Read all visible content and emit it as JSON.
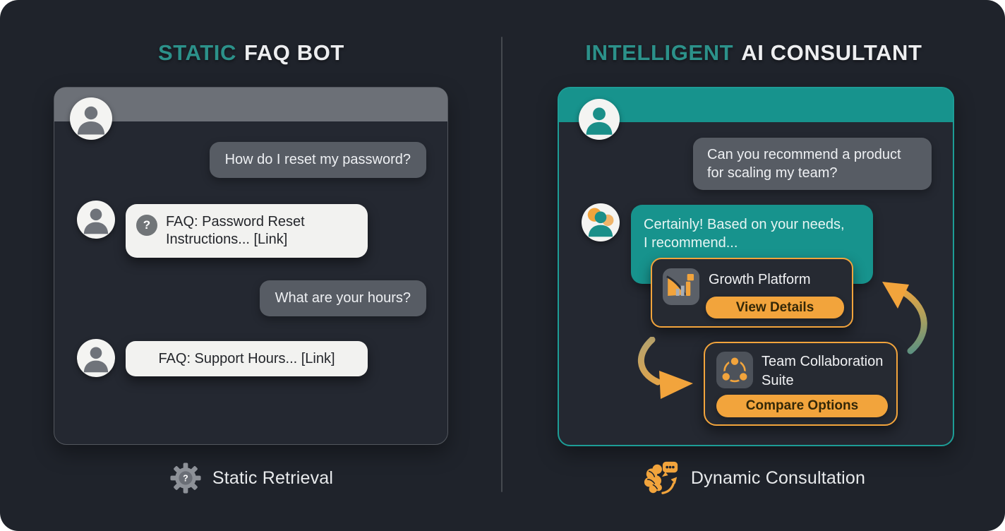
{
  "left": {
    "title_highlight": "STATIC",
    "title_rest": "FAQ BOT",
    "chat": {
      "user_message_1": "How do I reset my password?",
      "bot_message_1": "FAQ: Password Reset Instructions... [Link]",
      "user_message_2": "What are your hours?",
      "bot_message_2": "FAQ: Support Hours... [Link]"
    },
    "footer_label": "Static Retrieval"
  },
  "right": {
    "title_highlight": "INTELLIGENT",
    "title_rest": "AI CONSULTANT",
    "chat": {
      "user_message_line1": "Can you recommend a product",
      "user_message_line2": "for scaling my team?",
      "bot_message_line1": "Certainly! Based on your needs,",
      "bot_message_line2": "I recommend..."
    },
    "cards": [
      {
        "title": "Growth Platform",
        "button_label": "View Details"
      },
      {
        "title": "Team Collaboration Suite",
        "button_label": "Compare Options"
      }
    ],
    "footer_label": "Dynamic Consultation"
  },
  "icons": {
    "question_glyph": "?",
    "left_header_avatar": "person-icon",
    "right_header_avatar": "person-icon",
    "left_bot_avatar": "person-icon",
    "right_bot_avatar": "person-orange-teal-icon",
    "growth_card_icon": "growth-chart-icon",
    "team_card_icon": "team-network-icon",
    "left_footer_icon": "gear-question-icon",
    "right_footer_icon": "brain-chat-icon",
    "arrow_down_right": "curved-arrow-down-right",
    "arrow_up_left": "curved-arrow-up-left"
  },
  "colors": {
    "canvas_bg": "#1f232b",
    "teal_fill": "#17938d",
    "title_teal": "#2c918a",
    "orange_accent": "#f2a43c",
    "user_bubble_gray": "#575c64",
    "bot_bubble_white": "#f2f2f0",
    "header_gray": "#6c7077",
    "card_bg": "#262a32",
    "divider_gray": "#45494f"
  }
}
